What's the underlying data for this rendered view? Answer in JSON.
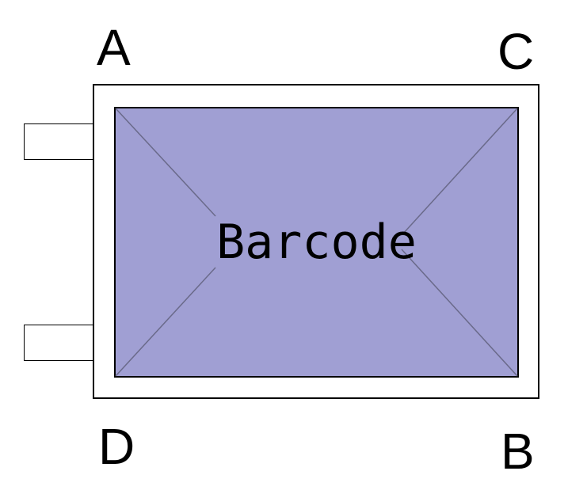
{
  "corners": {
    "a": "A",
    "b": "B",
    "c": "C",
    "d": "D"
  },
  "barcode": {
    "label": "Barcode",
    "fill_color": "#a09fd3",
    "line_color": "#6a6a8a"
  }
}
